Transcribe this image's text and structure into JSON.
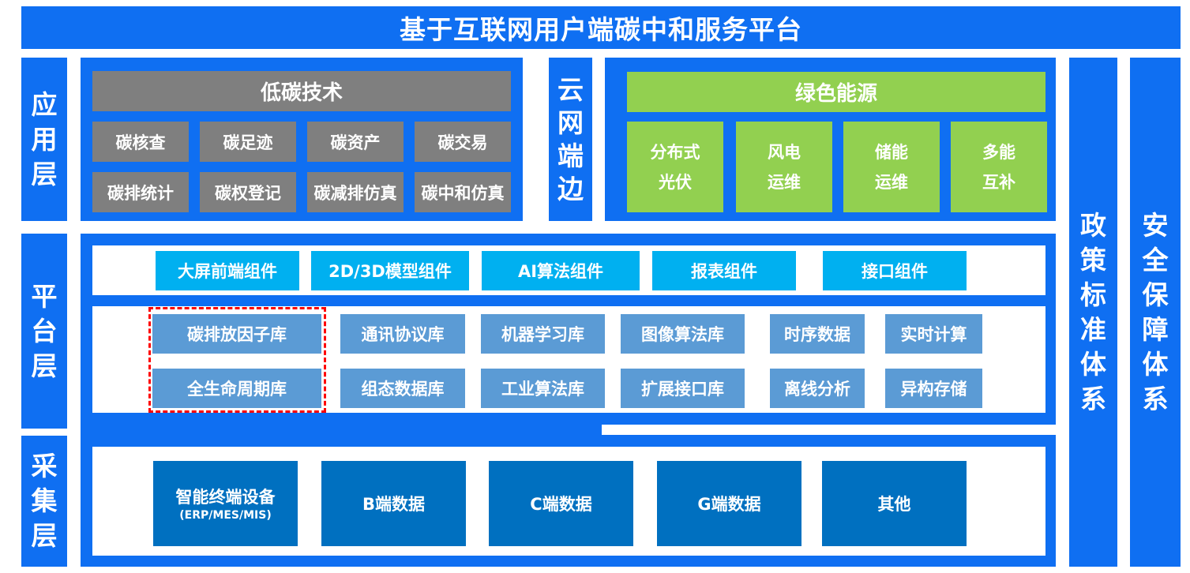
{
  "title": "基于互联网用户端碳中和服务平台",
  "layers": {
    "app": "应用层",
    "platform": "平台层",
    "collect": "采集层",
    "cloud_edge": "云网端边",
    "policy": "政策标准体系",
    "security": "安全保障体系"
  },
  "low_carbon": {
    "header": "低碳技术",
    "items": [
      "碳核查",
      "碳足迹",
      "碳资产",
      "碳交易",
      "碳排统计",
      "碳权登记",
      "碳减排仿真",
      "碳中和仿真"
    ]
  },
  "green_energy": {
    "header": "绿色能源",
    "items": [
      {
        "line1": "分布式",
        "line2": "光伏"
      },
      {
        "line1": "风电",
        "line2": "运维"
      },
      {
        "line1": "储能",
        "line2": "运维"
      },
      {
        "line1": "多能",
        "line2": "互补"
      }
    ]
  },
  "components": [
    "大屏前端组件",
    "2D/3D模型组件",
    "AI算法组件",
    "报表组件",
    "接口组件"
  ],
  "libraries_row1": [
    "碳排放因子库",
    "通讯协议库",
    "机器学习库",
    "图像算法库",
    "时序数据",
    "实时计算"
  ],
  "libraries_row2": [
    "全生命周期库",
    "组态数据库",
    "工业算法库",
    "扩展接口库",
    "离线分析",
    "异构存储"
  ],
  "collection": [
    {
      "label": "智能终端设备",
      "sub": "(ERP/MES/MIS)"
    },
    {
      "label": "B端数据"
    },
    {
      "label": "C端数据"
    },
    {
      "label": "G端数据"
    },
    {
      "label": "其他"
    }
  ],
  "colors": {
    "primary_blue": "#0f6ff2",
    "gray": "#7f7f7f",
    "green": "#92d050",
    "cyan": "#00b0f0",
    "steel": "#5b9bd5",
    "dark_blue": "#0070c0",
    "highlight_dash": "#ff0000"
  }
}
